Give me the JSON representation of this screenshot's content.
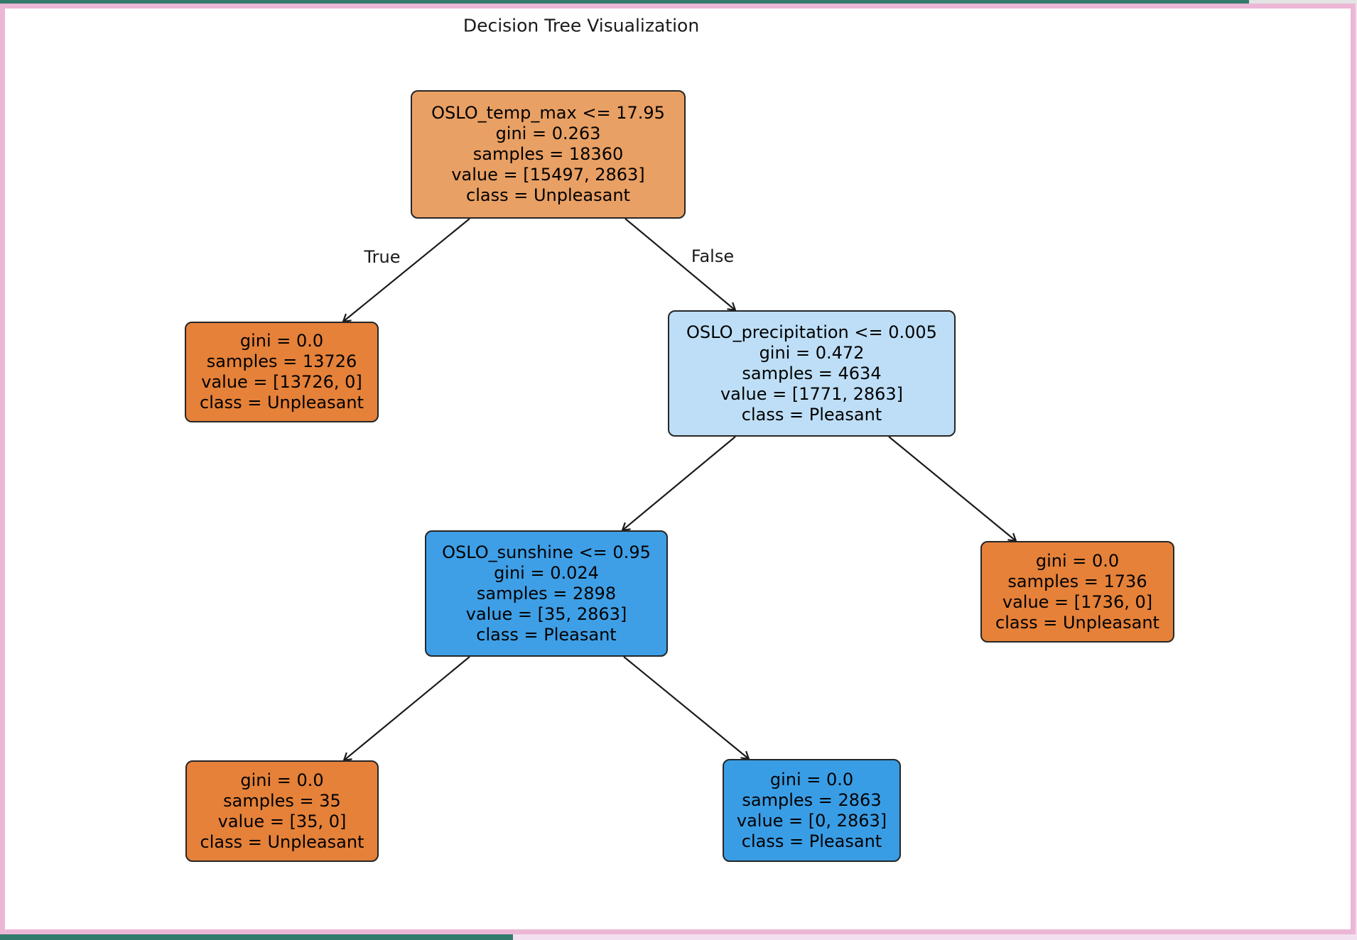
{
  "window": {
    "background": "#ffffff",
    "frame_color": "#ecb6d6",
    "top_bar_teal_color": "#347a6b",
    "top_bar_gray_color": "#e4e4e4",
    "bottom_bar_teal_color": "#347a6b",
    "bottom_bar_pink_color": "#f3e0ee",
    "right_sliver_color": "#f3e0ee"
  },
  "figure": {
    "title": "Decision Tree Visualization",
    "edge_labels": {
      "true": "True",
      "false": "False"
    },
    "edge_color": "#1a1a1a",
    "node_border_color": "#262626",
    "class_names": [
      "Unpleasant",
      "Pleasant"
    ],
    "colors": {
      "unpleasant_pure": "#e58139",
      "unpleasant_mixed": "#e9a064",
      "pleasant_pure": "#399de5",
      "pleasant_strong": "#3e9fe6",
      "pleasant_light": "#bddef6"
    }
  },
  "tree": {
    "nodes": [
      {
        "id": "root",
        "condition": "OSLO_temp_max <= 17.95",
        "gini": "gini = 0.263",
        "samples": "samples = 18360",
        "value": "value = [15497, 2863]",
        "class": "class = Unpleasant",
        "fill": "#e9a064"
      },
      {
        "id": "true-leaf-depth1",
        "gini": "gini = 0.0",
        "samples": "samples = 13726",
        "value": "value = [13726, 0]",
        "class": "class = Unpleasant",
        "fill": "#e58139"
      },
      {
        "id": "false-split-depth1",
        "condition": "OSLO_precipitation <= 0.005",
        "gini": "gini = 0.472",
        "samples": "samples = 4634",
        "value": "value = [1771, 2863]",
        "class": "class = Pleasant",
        "fill": "#bddef6"
      },
      {
        "id": "split-depth2",
        "condition": "OSLO_sunshine <= 0.95",
        "gini": "gini = 0.024",
        "samples": "samples = 2898",
        "value": "value = [35, 2863]",
        "class": "class = Pleasant",
        "fill": "#3e9fe6"
      },
      {
        "id": "leaf-1736",
        "gini": "gini = 0.0",
        "samples": "samples = 1736",
        "value": "value = [1736, 0]",
        "class": "class = Unpleasant",
        "fill": "#e58139"
      },
      {
        "id": "leaf-35",
        "gini": "gini = 0.0",
        "samples": "samples = 35",
        "value": "value = [35, 0]",
        "class": "class = Unpleasant",
        "fill": "#e58139"
      },
      {
        "id": "leaf-2863",
        "gini": "gini = 0.0",
        "samples": "samples = 2863",
        "value": "value = [0, 2863]",
        "class": "class = Pleasant",
        "fill": "#399de5"
      }
    ]
  }
}
